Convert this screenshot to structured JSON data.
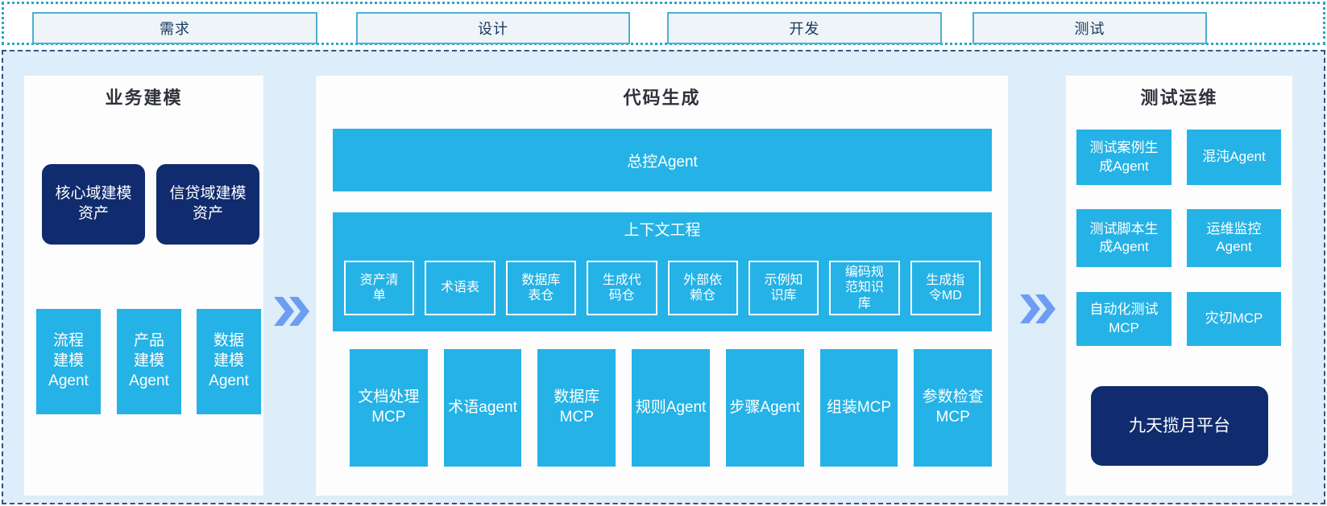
{
  "phases": [
    {
      "label": "需求"
    },
    {
      "label": "设计"
    },
    {
      "label": "开发"
    },
    {
      "label": "测试"
    }
  ],
  "left_panel": {
    "title": "业务建模",
    "assets": [
      {
        "label": "核心域建模\n资产"
      },
      {
        "label": "信贷域建模\n资产"
      }
    ],
    "agents": [
      {
        "label": "流程\n建模\nAgent"
      },
      {
        "label": "产品\n建模\nAgent"
      },
      {
        "label": "数据\n建模\nAgent"
      }
    ]
  },
  "middle_panel": {
    "title": "代码生成",
    "master_agent": "总控Agent",
    "context": {
      "title": "上下文工程",
      "items": [
        {
          "label": "资产清\n单"
        },
        {
          "label": "术语表"
        },
        {
          "label": "数据库\n表仓"
        },
        {
          "label": "生成代\n码仓"
        },
        {
          "label": "外部依\n赖仓"
        },
        {
          "label": "示例知\n识库"
        },
        {
          "label": "编码规\n范知识\n库"
        },
        {
          "label": "生成指\n令MD"
        }
      ]
    },
    "workers": [
      {
        "label": "文档处理\nMCP"
      },
      {
        "label": "术语agent"
      },
      {
        "label": "数据库\nMCP"
      },
      {
        "label": "规则Agent"
      },
      {
        "label": "步骤Agent"
      },
      {
        "label": "组装MCP"
      },
      {
        "label": "参数检查\nMCP"
      }
    ]
  },
  "right_panel": {
    "title": "测试运维",
    "boxes": [
      {
        "label": "测试案例生\n成Agent"
      },
      {
        "label": "混沌Agent"
      },
      {
        "label": "测试脚本生\n成Agent"
      },
      {
        "label": "运维监控\nAgent"
      },
      {
        "label": "自动化测试\nMCP"
      },
      {
        "label": "灾切MCP"
      }
    ],
    "platform": "九天揽月平台"
  },
  "colors": {
    "cyan_box": "#25b2e6",
    "navy_box": "#102c6e",
    "canvas_background": "#ddedf9",
    "panel_background": "#fdfdfe",
    "phase_box_background": "#eef4f8",
    "phase_box_border": "#4ab0d3",
    "top_strip_dotted_border": "#2aa5c6",
    "main_dashed_border": "#31538a",
    "arrow": "#6d9cf3",
    "title_text": "#2f323a",
    "phase_text": "#17375e"
  }
}
